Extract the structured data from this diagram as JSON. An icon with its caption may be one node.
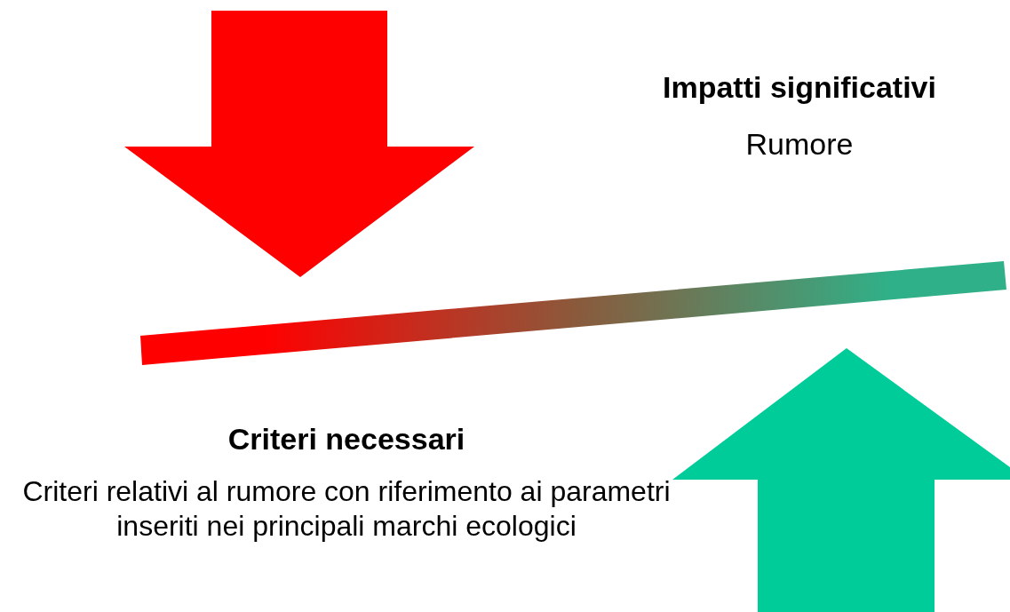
{
  "diagram": {
    "labels": [
      "Impatti significativi",
      "Rumore",
      "Criteri necessari",
      "Criteri relativi al rumore con riferimento ai parametri inseriti nei principali marchi ecologici"
    ]
  }
}
